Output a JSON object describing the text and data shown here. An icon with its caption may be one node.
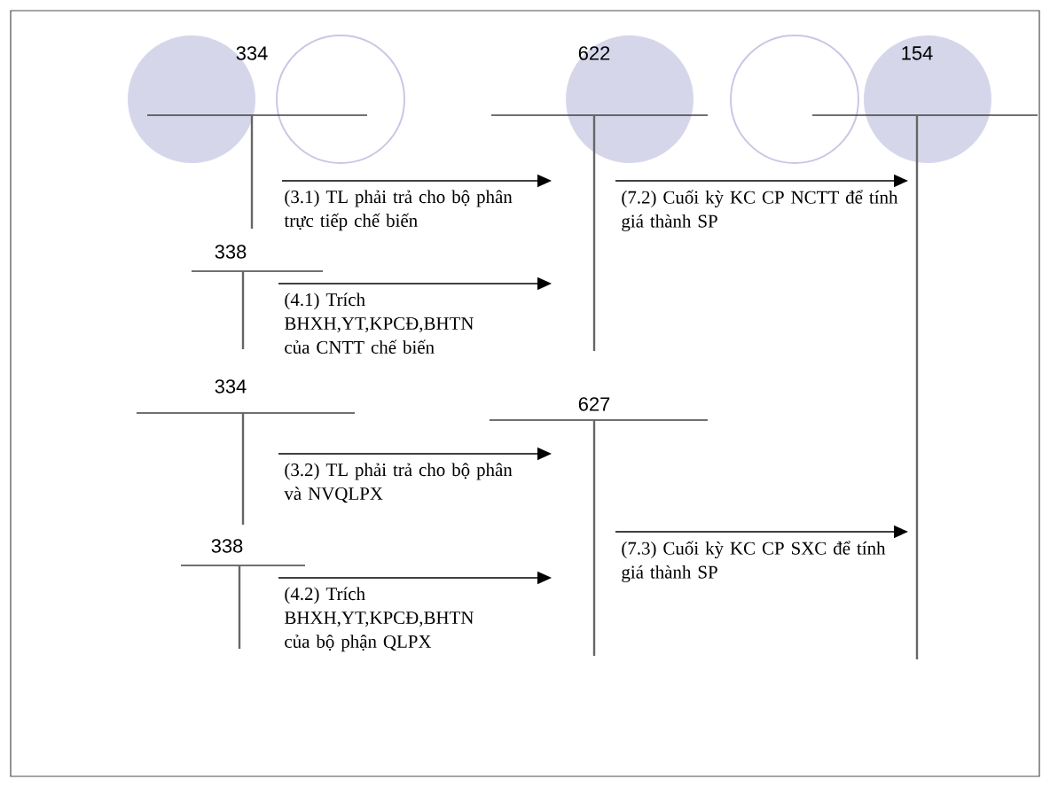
{
  "diagram": {
    "nodes": [
      {
        "text": [
          "334"
        ]
      },
      {
        "text": [
          "622"
        ]
      },
      {
        "text": [
          "154"
        ]
      },
      {
        "text": [
          "338"
        ]
      },
      {
        "text": [
          "334"
        ]
      },
      {
        "text": [
          "627"
        ]
      },
      {
        "text": [
          "338"
        ]
      }
    ],
    "edges": [
      {
        "from": 0,
        "to": 1,
        "arrow": "to",
        "label": "(3.1) TL phải trả cho bộ phân trực tiếp chế biến"
      },
      {
        "from": 3,
        "to": 1,
        "arrow": "to",
        "label": "(4.1) Trích BHXH,YT,KPCĐ,BHTN của CNTT chế biến"
      },
      {
        "from": 1,
        "to": 2,
        "arrow": "to",
        "label": "(7.2) Cuối kỳ KC CP NCTT để tính giá thành SP"
      },
      {
        "from": 4,
        "to": 5,
        "arrow": "to",
        "label": "(3.2) TL phải trả cho bộ phân và NVQLPX"
      },
      {
        "from": 6,
        "to": 5,
        "arrow": "to",
        "label": "(4.2) Trích BHXH,YT,KPCĐ,BHTN của bộ phận QLPX"
      },
      {
        "from": 5,
        "to": 2,
        "arrow": "to",
        "label": "(7.3) Cuối kỳ KC CP SXC để tính giá thành SP"
      }
    ]
  }
}
